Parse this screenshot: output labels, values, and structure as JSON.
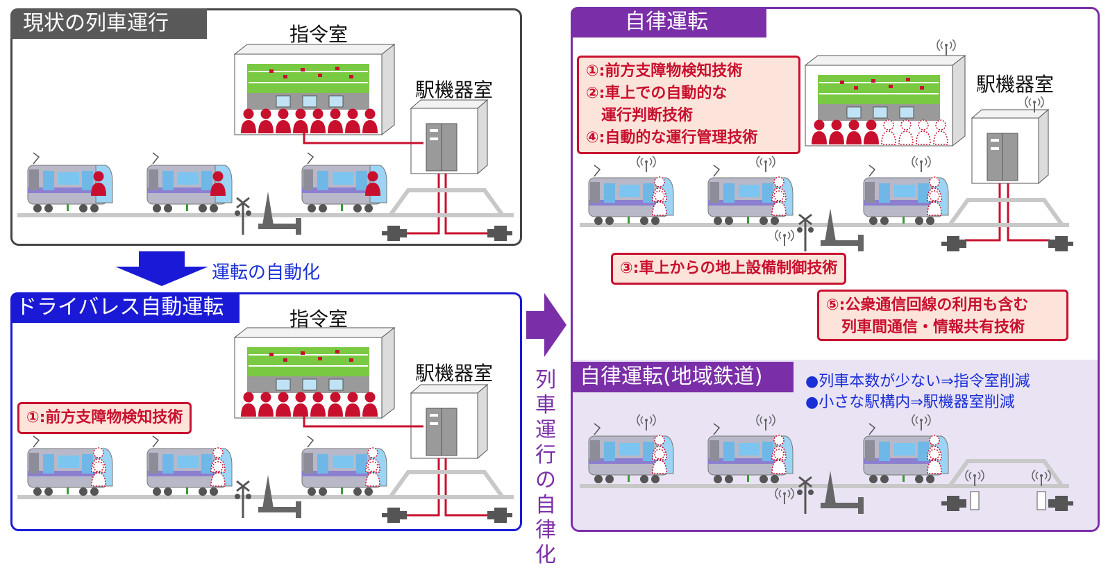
{
  "panels": {
    "current": {
      "title": "現状の列車運行",
      "control_room": "指令室",
      "equipment_room": "駅機器室"
    },
    "driverless": {
      "title": "ドライバレス自動運転",
      "control_room": "指令室",
      "equipment_room": "駅機器室",
      "tech1": "①:前方支障物検知技術"
    },
    "autonomous": {
      "title": "自律運転",
      "equipment_room": "駅機器室",
      "techs": [
        "①:前方支障物検知技術",
        "②:車上での自動的な",
        "　運行判断技術",
        "④:自動的な運行管理技術"
      ],
      "tech3": "③:車上からの地上設備制御技術",
      "tech5": [
        "⑤:公衆通信回線の利用も含む",
        "　列車間通信・情報共有技術"
      ]
    },
    "regional": {
      "title": "自律運転(地域鉄道)",
      "bullets": [
        "●列車本数が少ない⇒指令室削減",
        "●小さな駅構内⇒駅機器室削減"
      ]
    }
  },
  "arrows": {
    "automation_label": "運転の自動化",
    "autonomy_label": "列車運行の自律化"
  },
  "colors": {
    "current_border": "#444444",
    "driverless_border": "#1a1ad6",
    "autonomous_border": "#7a2fa8",
    "regional_bg": "#e9e3f4",
    "alert_red": "#c8102e"
  }
}
